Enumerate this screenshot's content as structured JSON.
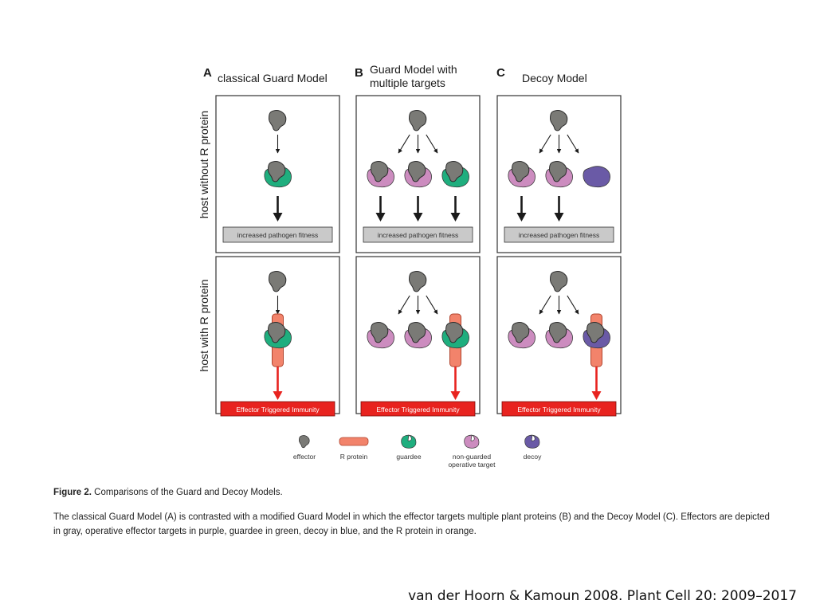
{
  "columns": [
    {
      "letter": "A",
      "title_lines": [
        "classical Guard Model"
      ]
    },
    {
      "letter": "B",
      "title_lines": [
        "Guard Model with",
        "multiple targets"
      ]
    },
    {
      "letter": "C",
      "title_lines": [
        "Decoy Model"
      ]
    }
  ],
  "rows": [
    {
      "label": "host without R protein",
      "result": "increased pathogen fitness"
    },
    {
      "label": "host with R protein",
      "result": "Effector Triggered Immunity"
    }
  ],
  "legend": [
    {
      "label_lines": [
        "effector"
      ],
      "kind": "effector"
    },
    {
      "label_lines": [
        "R protein"
      ],
      "kind": "rprotein"
    },
    {
      "label_lines": [
        "guardee"
      ],
      "kind": "guardee"
    },
    {
      "label_lines": [
        "non-guarded",
        "operative target"
      ],
      "kind": "target"
    },
    {
      "label_lines": [
        "decoy"
      ],
      "kind": "decoy"
    }
  ],
  "colors": {
    "effector": "#7a7a76",
    "guardee": "#1fae7e",
    "target": "#cc8cbf",
    "decoy": "#6a5aa6",
    "rprotein": "#f2836b",
    "ett_box": "#e8231f",
    "fitness_box": "#c9c9c9",
    "red_arrow": "#e8231f"
  },
  "caption": {
    "figure_label": "Figure 2.",
    "title": "Comparisons of the Guard and Decoy Models.",
    "body": "The classical Guard Model (A) is contrasted with a modified Guard Model in which the effector targets multiple plant proteins (B) and the Decoy Model (C). Effectors are depicted in gray, operative effector targets in purple, guardee in green, decoy in blue, and the R protein in orange."
  },
  "citation": "van der Hoorn & Kamoun 2008. Plant Cell 20: 2009–2017"
}
